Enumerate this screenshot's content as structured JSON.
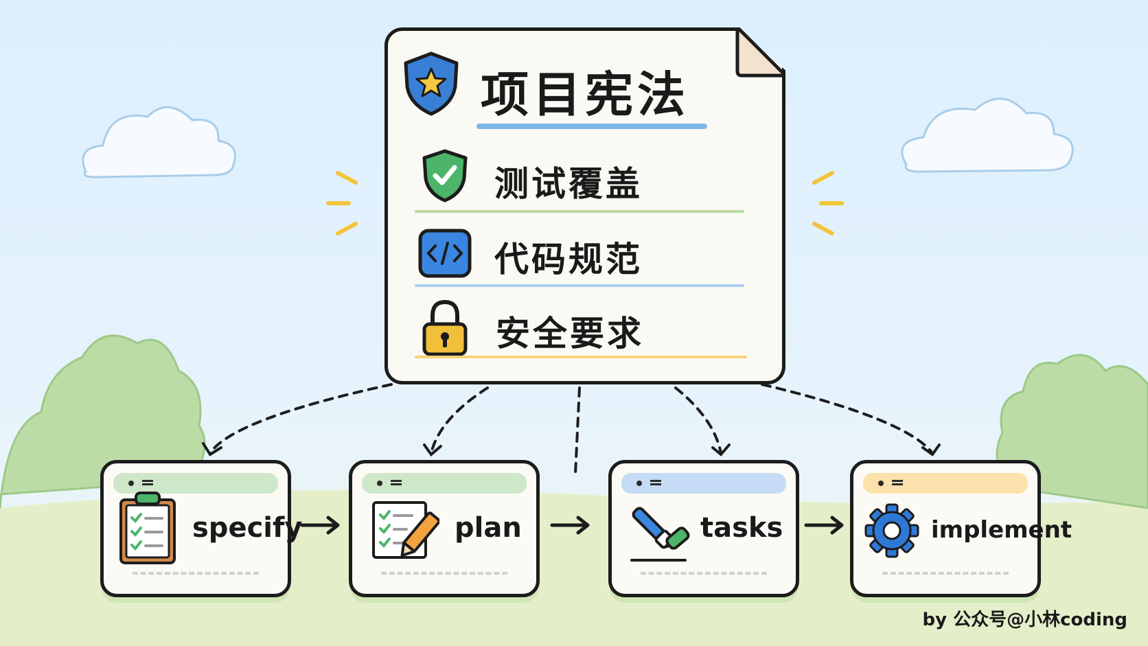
{
  "title": "项目宪法",
  "constitution_items": [
    {
      "label": "测试覆盖",
      "icon": "shield-check-icon",
      "underline_color": "#b9dba0"
    },
    {
      "label": "代码规范",
      "icon": "code-icon",
      "underline_color": "#a9cdf0"
    },
    {
      "label": "安全要求",
      "icon": "padlock-icon",
      "underline_color": "#f6d27a"
    }
  ],
  "stages": [
    {
      "label": "specify",
      "icon": "clipboard-checklist-icon",
      "bar_color": "#cfe7c9"
    },
    {
      "label": "plan",
      "icon": "checklist-pencil-icon",
      "bar_color": "#cfe7c9"
    },
    {
      "label": "tasks",
      "icon": "tools-icon",
      "bar_color": "#c6dcf6"
    },
    {
      "label": "implement",
      "icon": "gear-icon",
      "bar_color": "#fbe2ad"
    }
  ],
  "credit": "by 公众号@小林coding",
  "colors": {
    "title_underline": "#7fb6ea",
    "shield_blue": "#3a7fd6",
    "star_yellow": "#f5c842",
    "green": "#4cb56a",
    "code_blue": "#3b86e0",
    "lock_yellow": "#f2bf3a",
    "gear_blue": "#2f79d6"
  }
}
